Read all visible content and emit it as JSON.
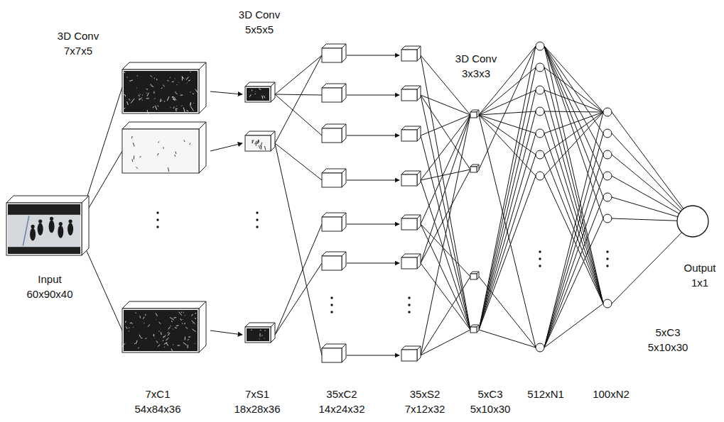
{
  "diagram": {
    "nodes": [
      {
        "text": [
          "Input 60x90x40"
        ]
      },
      {
        "text": [
          "Output 1x1"
        ]
      }
    ],
    "labels": [
      "3D Conv 7x7x5",
      "3D Conv 5x5x5",
      "3D Conv 3x3x3",
      "5xC3 5x10x30",
      "7xC1 54x84x36",
      "7xS1 18x28x36",
      "35xC2 14x24x32",
      "35xS2 7x12x32",
      "5xC3 5x10x30",
      "512xN1",
      "100xN2"
    ]
  }
}
